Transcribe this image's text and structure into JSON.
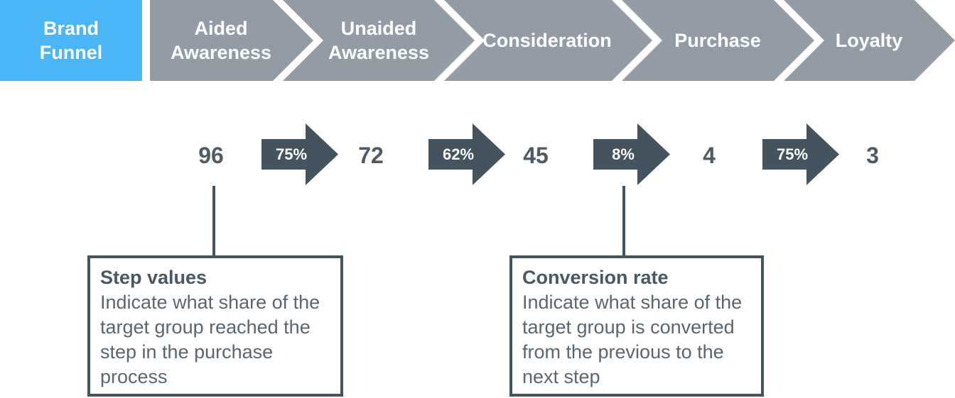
{
  "brand": {
    "label": "Brand\nFunnel",
    "color": "#4bb6f5"
  },
  "steps": [
    {
      "label": "Aided\nAwareness",
      "value": "96"
    },
    {
      "label": "Unaided\nAwareness",
      "value": "72"
    },
    {
      "label": "Consideration",
      "value": "45"
    },
    {
      "label": "Purchase",
      "value": "4"
    },
    {
      "label": "Loyalty",
      "value": "3"
    }
  ],
  "conversions": [
    "75%",
    "62%",
    "8%",
    "75%"
  ],
  "notes": {
    "step_values": {
      "title": "Step values",
      "text": "Indicate what share of the target group reached the step in the purchase process"
    },
    "conversion_rate": {
      "title": "Conversion rate",
      "text": "Indicate what share of the target group is converted from the previous to the next step"
    }
  },
  "colors": {
    "chevron": "#939ca5",
    "dark": "#44545f",
    "text": "#505a63"
  }
}
